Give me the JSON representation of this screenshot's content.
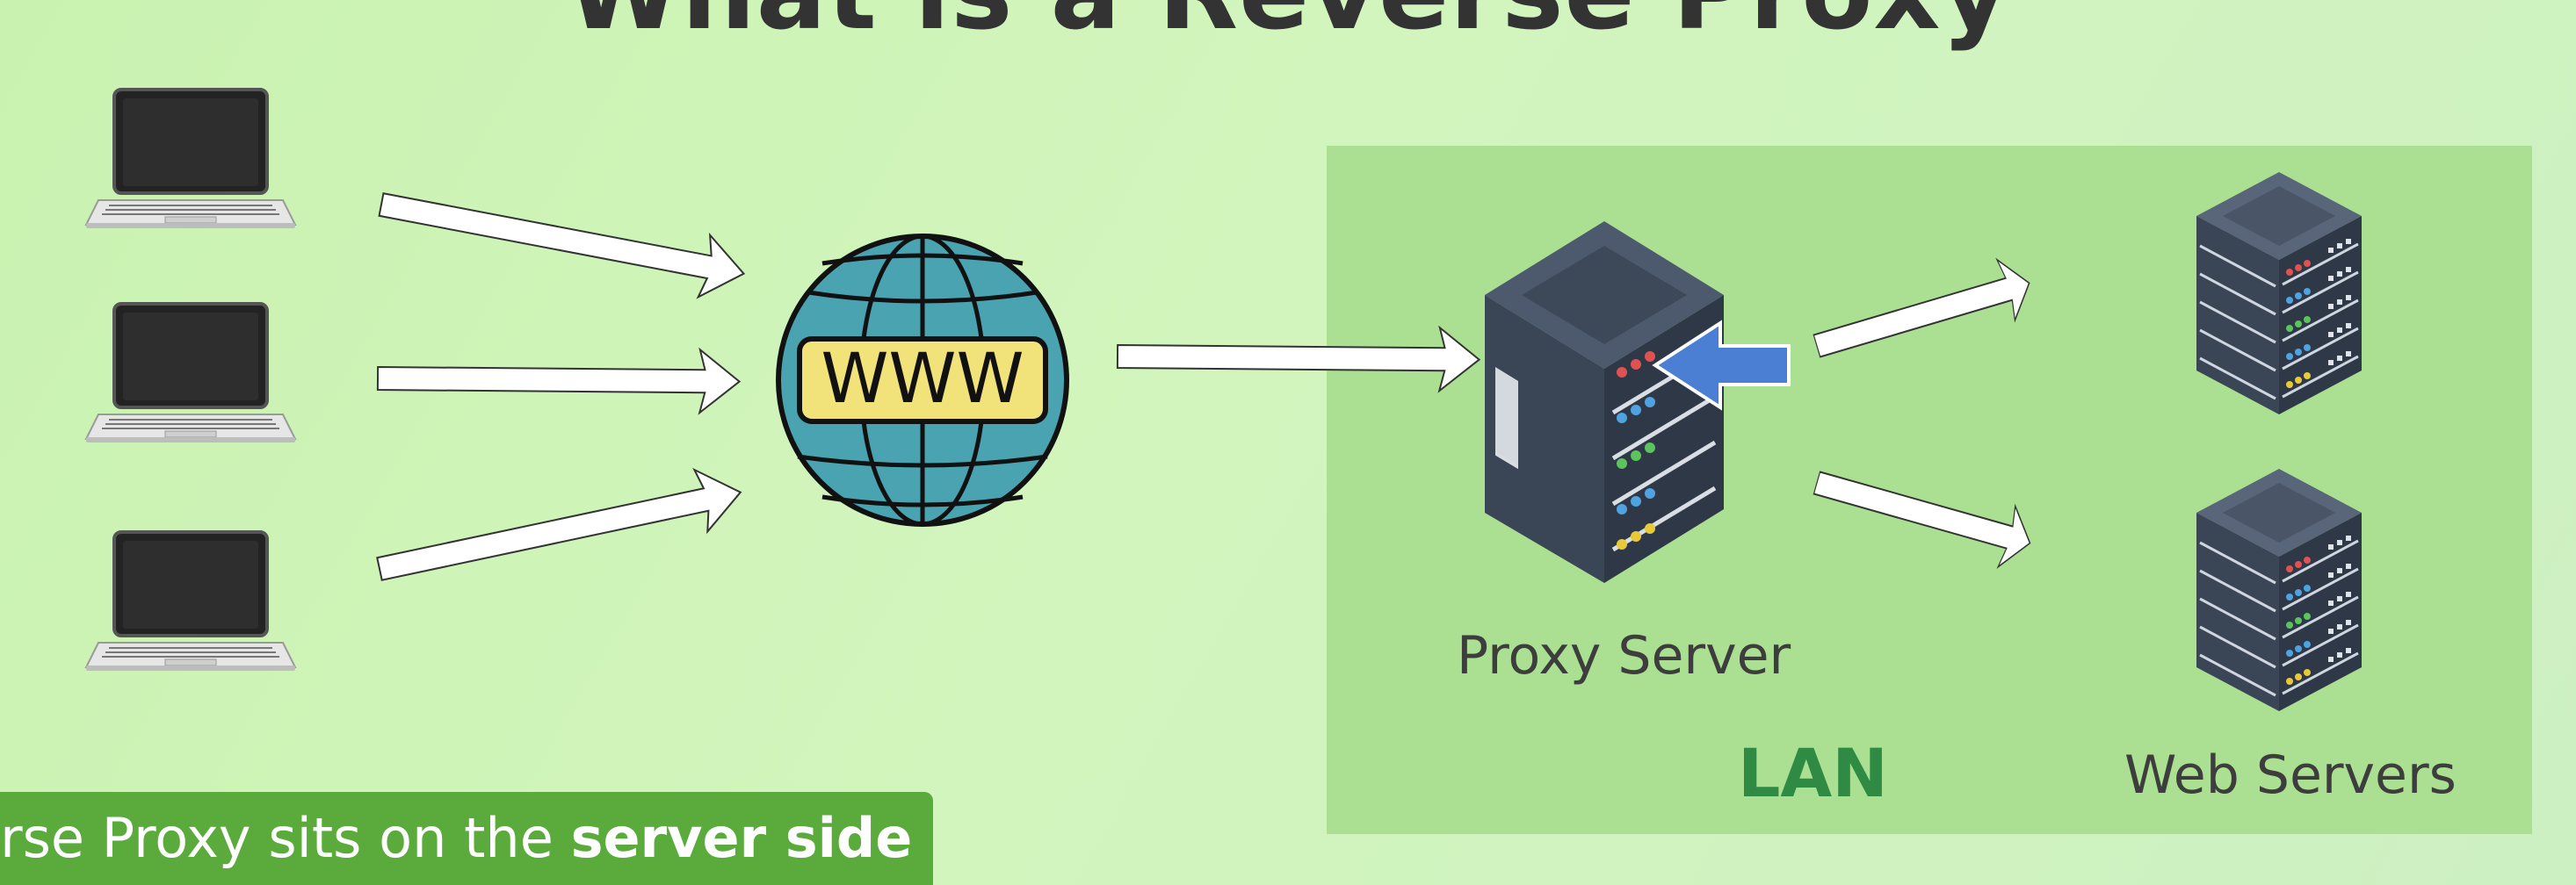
{
  "title": "What is a Reverse Proxy",
  "globe_text": "WWW",
  "labels": {
    "proxy_server": "Proxy Server",
    "web_servers": "Web Servers",
    "lan": "LAN"
  },
  "caption": {
    "text": "erse Proxy sits on the ",
    "bold": "server side"
  },
  "colors": {
    "background": "#c9f2b0",
    "lan_box": "#abdf92",
    "lan_text": "#2f8a44",
    "caption_bg": "#5aab3c",
    "globe": "#4aa3b1",
    "www_band": "#f2e27a",
    "server_body": "#3f4b5e",
    "highlight_arrow": "#4a7fd4"
  },
  "icons": [
    "laptop-icon",
    "globe-icon",
    "proxy-server-icon",
    "server-rack-icon",
    "arrow-icon"
  ]
}
